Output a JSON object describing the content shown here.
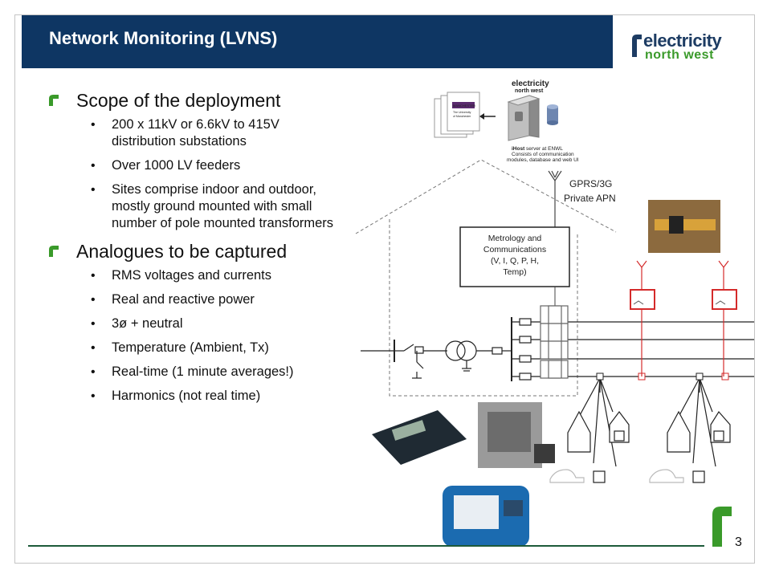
{
  "header": {
    "title": "Network Monitoring (LVNS)",
    "logo_line1_a": "electricity",
    "logo_line2": "north west"
  },
  "bullets": {
    "section1_title": "Scope of the deployment",
    "section1_items": [
      "200 x 11kV or 6.6kV to 415V distribution substations",
      "Over 1000 LV feeders",
      "Sites comprise indoor and outdoor, mostly ground mounted with small number of pole mounted transformers"
    ],
    "section2_title": "Analogues to be captured",
    "section2_items": [
      "RMS voltages and currents",
      "Real and reactive power",
      "3ø + neutral",
      "Temperature (Ambient, Tx)",
      "Real-time (1 minute averages!)",
      "Harmonics (not real time)"
    ]
  },
  "diagram": {
    "server_caption_bold": "iHost",
    "server_caption_line1": " server at ENWL",
    "server_caption_line2": "Consists of communication",
    "server_caption_line3": "modules, database and web UI",
    "server_logo_line1": "electricity",
    "server_logo_line2": "north west",
    "doc_label_1": "MANCHESTER",
    "doc_label_2": "The University",
    "doc_label_3": "of Manchester",
    "gprs_line1": "GPRS/3G",
    "gprs_line2": "Private APN",
    "metrology_line1": "Metrology and",
    "metrology_line2": "Communications",
    "metrology_line3": "(V, I, Q, P, H,",
    "metrology_line4": "Temp)"
  },
  "footer": {
    "page_number": "3"
  },
  "colors": {
    "header_band": "#0e3663",
    "accent_green": "#3a9a2a",
    "sensor_red": "#d42a2a",
    "footer_line": "#1d5a3a"
  }
}
